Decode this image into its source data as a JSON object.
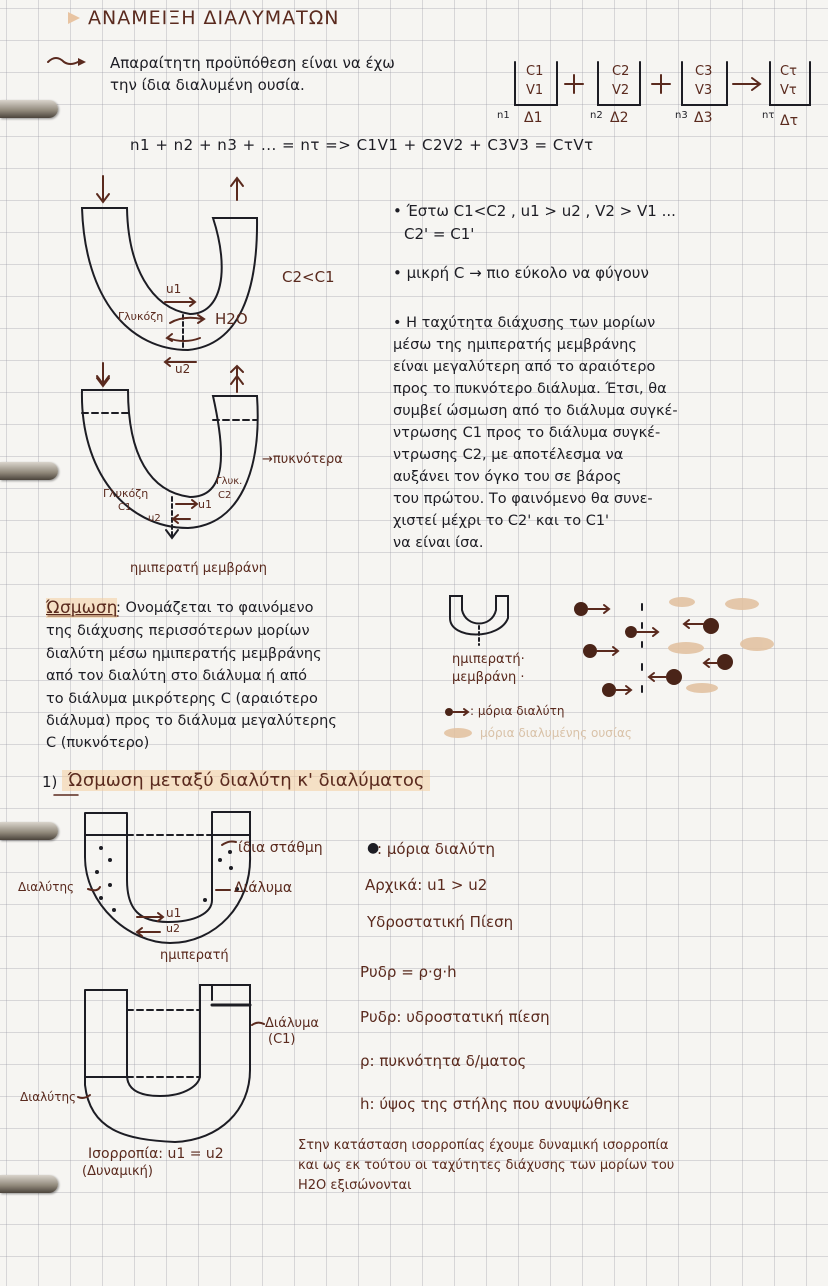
{
  "page": {
    "title": "ΑΝΑΜΕΙΞΗ ΔΙΑΛΥΜΑΤΩΝ",
    "intro": {
      "line1": "Απαραίτητη προϋπόθεση είναι να έχω",
      "line2": "την ίδια διαλυμένη ουσία."
    },
    "mixing_scheme": {
      "boxes": [
        {
          "c": "C1",
          "v": "V1",
          "n": "n1",
          "label": "Δ1"
        },
        {
          "c": "C2",
          "v": "V2",
          "n": "n2",
          "label": "Δ2"
        },
        {
          "c": "C3",
          "v": "V3",
          "n": "n3",
          "label": "Δ3"
        },
        {
          "c": "Cτ",
          "v": "Vτ",
          "n": "nτ",
          "label": "Δτ"
        }
      ],
      "plus": "+",
      "arrow": "→",
      "equation": "n1 + n2 + n3 + ... = nτ => C1V1 + C2V2 + C3V3 = CτVτ"
    },
    "diagram1": {
      "label_c": "C2<C1",
      "u1": "u1",
      "u2": "u2",
      "glucose": "Γλυκόζη",
      "water": "H2O"
    },
    "diagram2": {
      "glucose_left": "Γλυκόζη",
      "c1": "C1",
      "glucose_right": "Γλυκ.",
      "c2": "C2",
      "u1": "u1",
      "u2": "u2",
      "denser": "→πυκνότερα",
      "membrane": "ημιπερατή μεμβράνη"
    },
    "notes_right": {
      "bullet1_line1": "• Έστω C1<C2 , u1 > u2 , V2 > V1 ...",
      "bullet1_line2": "C2' = C1'",
      "bullet2": "• μικρή C → πιο εύκολο να φύγουν",
      "bullet3": "• Η ταχύτητα διάχυσης των μορίων\nμέσω της ημιπερατής μεμβράνης\nείναι μεγαλύτερη από το αραιότερο\nπρος το πυκνότερο διάλυμα. Έτσι, θα\nσυμβεί ώσμωση από το διάλυμα συγκέ-\nντρωσης C1 προς το διάλυμα συγκέ-\nντρωσης C2, με αποτέλεσμα να\nαυξάνει τον όγκο του σε βάρος\nτου πρώτου. Το φαινόμενο θα συνε-\nχιστεί μέχρι το C2' και το C1'\nνα είναι ίσα."
    },
    "osmosis_definition": {
      "term": "Ώσμωση",
      "text_line1": ": Ονομάζεται το φαινόμενο",
      "text_line2": "της διάχυσης περισσότερων μορίων",
      "text_line3": "διαλύτη μέσω ημιπερατής μεμβράνης",
      "text_line4": "από τον διαλύτη στο διάλυμα ή από",
      "text_line5": "το διάλυμα μικρότερης C (αραιότερο",
      "text_line6": "διάλυμα) προς το διάλυμα μεγαλύτερης",
      "text_line7": "C (πυκνότερο)"
    },
    "legend_diagram": {
      "membrane_label_line1": "ημιπερατή·",
      "membrane_label_line2": "μεμβράνη ·",
      "solvent_legend": ": μόρια διαλύτη",
      "solute_legend": "μόρια διαλυμένης ουσίας"
    },
    "section1": {
      "number": "1)",
      "title": "Ώσμωση μεταξύ διαλύτη κ' διαλύματος"
    },
    "diagram3": {
      "same_level": "ίδια στάθμη",
      "solvent": "Διαλύτης",
      "solution": "Διάλυμα",
      "u1": "u1",
      "u2": "u2",
      "membrane": "ημιπερατή"
    },
    "notes_section1": {
      "legend": ": μόρια διαλύτη",
      "initially": "Αρχικά: u1 > u2",
      "hydrostatic_title": "Υδροστατική Πίεση",
      "formula": "Pυδρ = ρ·g·h",
      "def_p": "Pυδρ: υδροστατική πίεση",
      "def_rho": "ρ: πυκνότητα δ/ματος",
      "def_h": "h: ύψος της στήλης που ανυψώθηκε"
    },
    "diagram4": {
      "solution": "Διάλυμα",
      "solution_c": "(C1)",
      "solvent": "Διαλύτης",
      "equilibrium": "Ισορροπία: u1 = u2",
      "dynamic": "(Δυναμική)"
    },
    "conclusion": {
      "line1": "Στην κατάσταση ισορροπίας έχουμε δυναμική ισορροπία",
      "line2": "και ως εκ τούτου οι ταχύτητες διάχυσης των μορίων του",
      "line3": "H2O εξισώνονται"
    },
    "colors": {
      "ink_brown": "#5a2a1e",
      "ink_black": "#1d1d24",
      "highlight": "#f4cea0",
      "grid": "#9a9aa6",
      "paper": "#f6f5f2"
    }
  }
}
